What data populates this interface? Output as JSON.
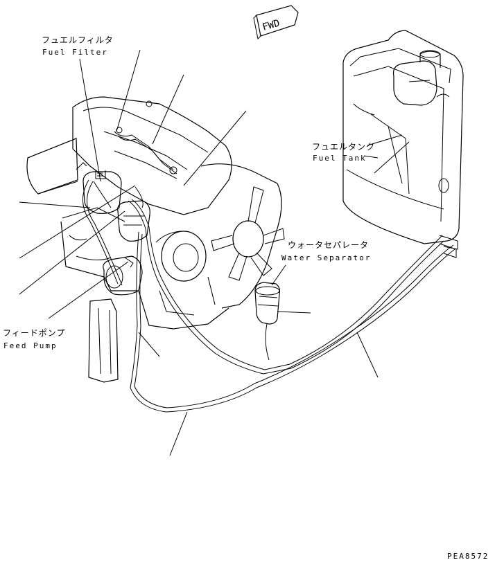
{
  "direction_mark": {
    "text": "FWD"
  },
  "labels": {
    "fuel_filter_jp": "フュエルフィルタ",
    "fuel_filter_en": "Fuel Filter",
    "fuel_tank_jp": "フュエルタンク",
    "fuel_tank_en": "Fuel Tank",
    "water_separator_jp": "ウォータセパレータ",
    "water_separator_en": "Water Separator",
    "feed_pump_jp": "フィードポンプ",
    "feed_pump_en": "Feed Pump"
  },
  "drawing_code": "PEA8572"
}
